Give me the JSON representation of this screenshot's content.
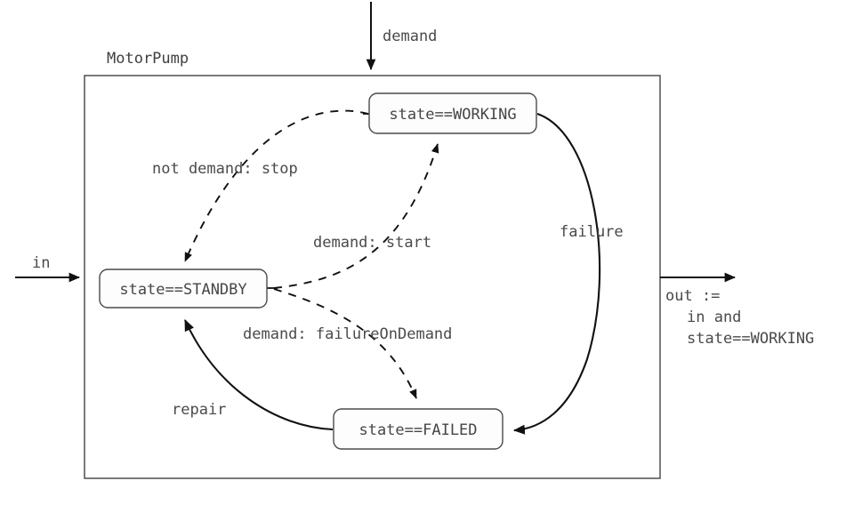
{
  "diagram": {
    "block_title": "MotorPump",
    "ports": {
      "input_top": "demand",
      "input_left": "in",
      "output_right_line1": "out :=",
      "output_right_line2": "in and",
      "output_right_line3": "state==WORKING"
    },
    "states": [
      {
        "id": "working",
        "label": "state==WORKING"
      },
      {
        "id": "standby",
        "label": "state==STANDBY"
      },
      {
        "id": "failed",
        "label": "state==FAILED"
      }
    ],
    "transitions": [
      {
        "id": "stop",
        "label": "not demand: stop",
        "from": "working",
        "to": "standby",
        "style": "dashed"
      },
      {
        "id": "start",
        "label": "demand: start",
        "from": "standby",
        "to": "working",
        "style": "dashed"
      },
      {
        "id": "failure-on-demand",
        "label": "demand: failureOnDemand",
        "from": "standby",
        "to": "failed",
        "style": "dashed"
      },
      {
        "id": "failure",
        "label": "failure",
        "from": "working",
        "to": "failed",
        "style": "solid"
      },
      {
        "id": "repair",
        "label": "repair",
        "from": "failed",
        "to": "standby",
        "style": "solid"
      }
    ],
    "colors": {
      "line": "#111111",
      "text": "#4a4a4a",
      "box_border": "#4a4a4a",
      "container_border": "#4f4f4f",
      "background": "#ffffff"
    }
  }
}
